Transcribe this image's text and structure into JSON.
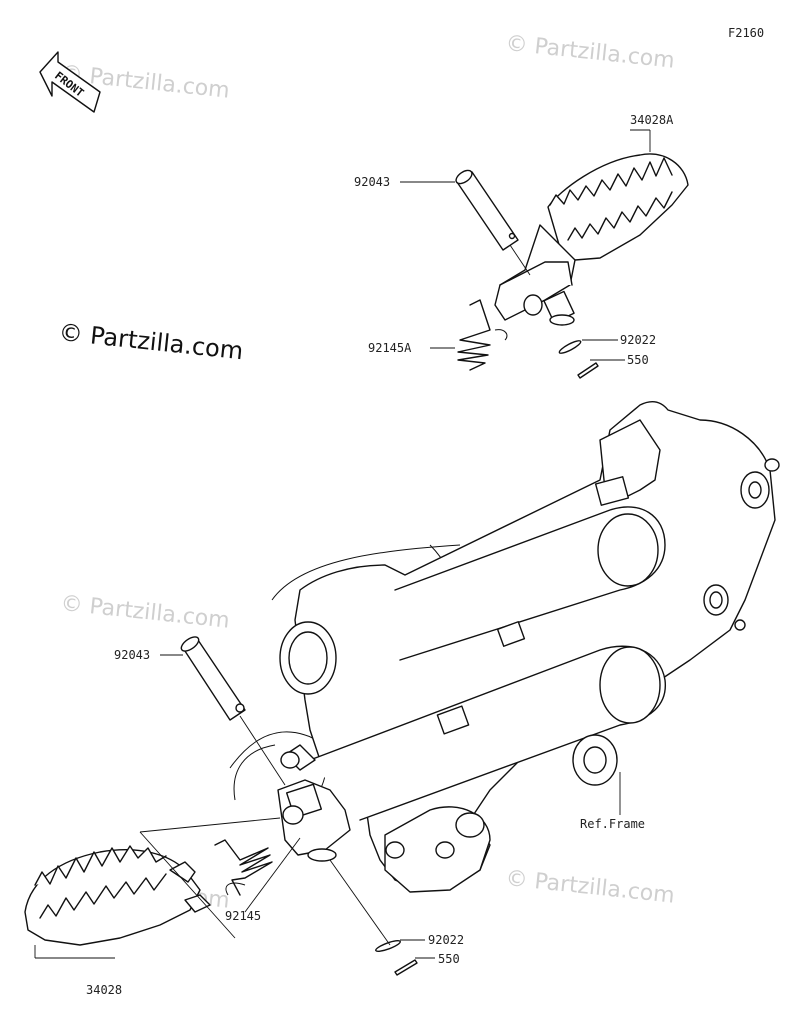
{
  "figure_id": "F2160",
  "front_arrow_label": "FRONT",
  "watermarks": {
    "main": "© Partzilla.com",
    "faint": "© Partzilla.com"
  },
  "callouts": {
    "footpeg_right": "34028A",
    "pin_upper": "92043",
    "spring_upper": "92145A",
    "washer_upper": "92022",
    "cotter_upper": "550",
    "pin_lower": "92043",
    "spring_lower": "92145",
    "washer_lower": "92022",
    "cotter_lower": "550",
    "footpeg_left": "34028",
    "frame_ref": "Ref.Frame"
  },
  "colors": {
    "ink": "#111111",
    "watermark": "#cfcfcf",
    "background": "#ffffff"
  }
}
